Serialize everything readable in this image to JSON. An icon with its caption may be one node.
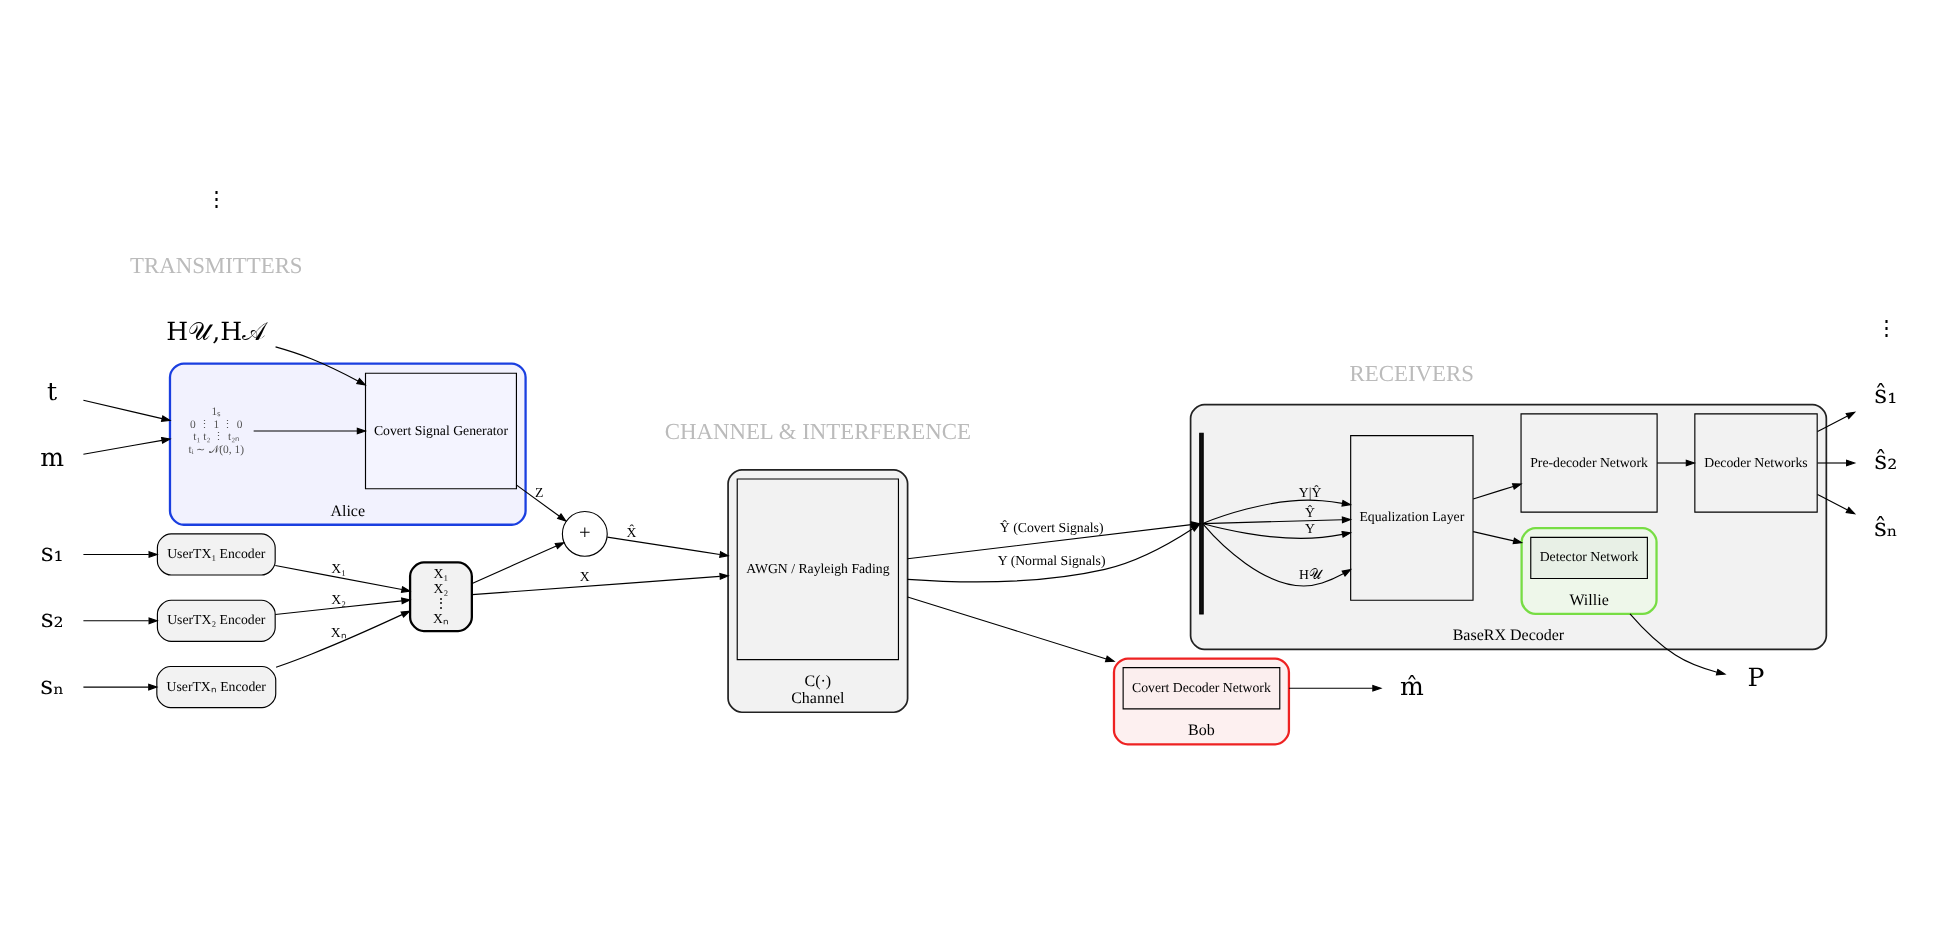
{
  "diagram": {
    "nodes": [
      {
        "text": [
          "s₁"
        ]
      },
      {
        "text": [
          "s₂"
        ]
      },
      {
        "text": [
          "sₙ"
        ]
      },
      {
        "text": [
          "UserTX₁ Encoder"
        ]
      },
      {
        "text": [
          "UserTX₂ Encoder"
        ]
      },
      {
        "text": [
          "UserTXₙ Encoder"
        ]
      },
      {
        "text": [
          "X₁",
          "X₂",
          "⋮",
          "Xₙ"
        ]
      },
      {
        "text": [
          "m"
        ]
      },
      {
        "text": [
          "t"
        ]
      },
      {
        "text": [
          "H𝒰,H𝒜"
        ]
      },
      {
        "text": [
          "Alice"
        ]
      },
      {
        "text": [
          "1ₛ",
          "0 ⋮ 1 ⋮ 0",
          "t₁ t₂ ⋮ t₂ₙ",
          "tᵢ ∼ 𝒩(0, 1)"
        ],
        "in": 10
      },
      {
        "text": [
          "Covert Signal Generator"
        ],
        "in": 10
      },
      {
        "text": [
          "+"
        ]
      },
      {
        "text": [
          "C(·)",
          "Channel"
        ]
      },
      {
        "text": [
          "AWGN / Rayleigh Fading"
        ],
        "in": 14
      },
      {
        "text": [
          "BaseRX Decoder"
        ]
      },
      {
        "text": [
          "Equalization Layer"
        ],
        "in": 16
      },
      {
        "text": [
          "Willie"
        ],
        "in": 16
      },
      {
        "text": [
          "Detector Network"
        ],
        "in": 18
      },
      {
        "text": [
          "Pre-decoder Network"
        ],
        "in": 16
      },
      {
        "text": [
          "Decoder Networks"
        ],
        "in": 16
      },
      {
        "text": [
          "Bob"
        ]
      },
      {
        "text": [
          "Covert Decoder Network"
        ],
        "in": 22
      },
      {
        "text": [
          "P"
        ]
      },
      {
        "text": [
          "ŝ₁"
        ]
      },
      {
        "text": [
          "ŝ₂"
        ]
      },
      {
        "text": [
          "ŝₙ"
        ]
      },
      {
        "text": [
          "m̂"
        ]
      },
      {
        "text": [],
        "shape": "bar",
        "in": 16
      }
    ],
    "edges": [
      {
        "from": 0,
        "to": 3,
        "arrow": "to"
      },
      {
        "from": 1,
        "to": 4,
        "arrow": "to"
      },
      {
        "from": 2,
        "to": 5,
        "arrow": "to"
      },
      {
        "from": 3,
        "to": 6,
        "label": "X₁",
        "arrow": "to"
      },
      {
        "from": 4,
        "to": 6,
        "label": "X₂",
        "arrow": "to"
      },
      {
        "from": 5,
        "to": 6,
        "label": "Xₙ",
        "arrow": "to"
      },
      {
        "from": 6,
        "to": 14,
        "label": "X",
        "arrow": "to"
      },
      {
        "from": 6,
        "to": 13,
        "arrow": "to"
      },
      {
        "from": 7,
        "to": 10,
        "arrow": "to"
      },
      {
        "from": 8,
        "to": 10,
        "arrow": "to"
      },
      {
        "from": 9,
        "to": 12,
        "arrow": "to"
      },
      {
        "from": 11,
        "to": 12,
        "arrow": "to"
      },
      {
        "from": 12,
        "to": 13,
        "label": "Z",
        "arrow": "to"
      },
      {
        "from": 13,
        "to": 14,
        "label": "X̂",
        "arrow": "to"
      },
      {
        "from": 14,
        "to": 29,
        "label": "Y (Normal Signals)",
        "arrow": "to"
      },
      {
        "from": 14,
        "to": 29,
        "label": "Ŷ (Covert Signals)",
        "arrow": "to"
      },
      {
        "from": 14,
        "to": 22,
        "arrow": "to"
      },
      {
        "from": 29,
        "to": 17,
        "label": "H𝒰",
        "arrow": "to"
      },
      {
        "from": 29,
        "to": 17,
        "label": "Y",
        "arrow": "to"
      },
      {
        "from": 29,
        "to": 17,
        "label": "Ŷ",
        "arrow": "to"
      },
      {
        "from": 29,
        "to": 17,
        "label": "Y|Ŷ",
        "arrow": "to"
      },
      {
        "from": 17,
        "to": 18,
        "arrow": "to"
      },
      {
        "from": 17,
        "to": 20,
        "arrow": "to"
      },
      {
        "from": 20,
        "to": 21,
        "arrow": "to"
      },
      {
        "from": 18,
        "to": 24,
        "arrow": "to"
      },
      {
        "from": 21,
        "to": 25,
        "arrow": "to"
      },
      {
        "from": 21,
        "to": 26,
        "arrow": "to"
      },
      {
        "from": 21,
        "to": 27,
        "arrow": "to"
      },
      {
        "from": 22,
        "to": 28,
        "arrow": "to"
      }
    ],
    "labels": [
      "TRANSMITTERS",
      "CHANNEL & INTERFERENCE",
      "RECEIVERS",
      "⋮",
      "⋮"
    ]
  }
}
